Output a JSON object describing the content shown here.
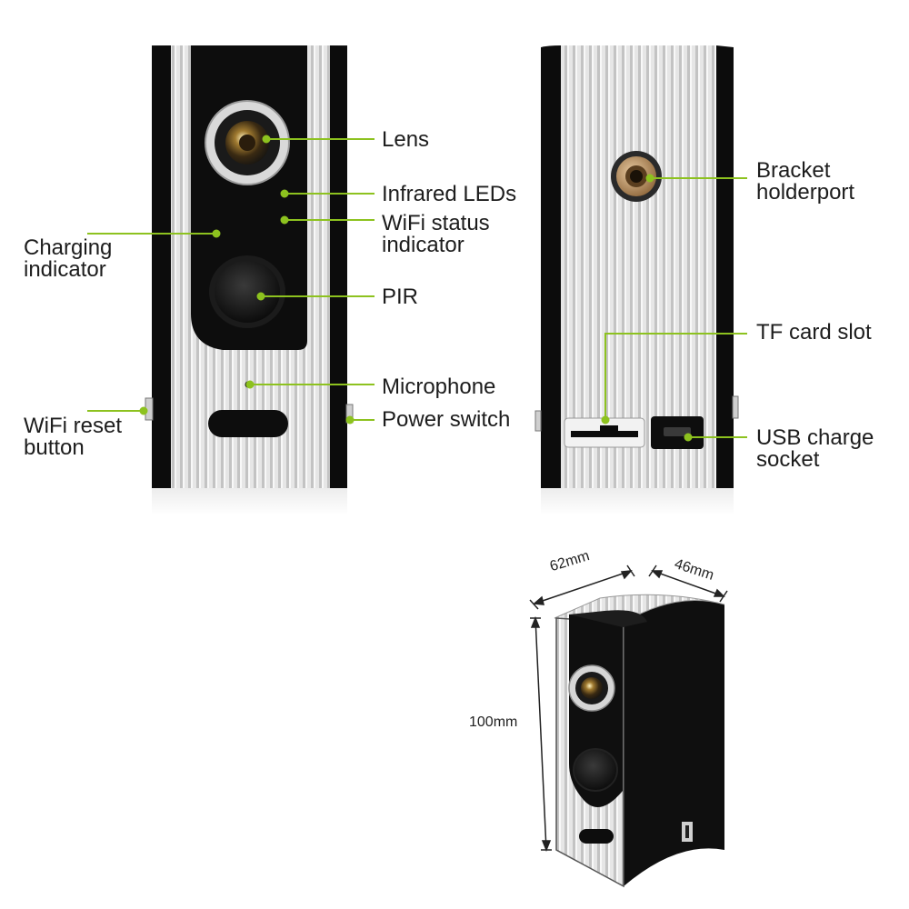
{
  "colors": {
    "callout_line": "#8dc21f",
    "body_black": "#111111",
    "shell_silver": "#dcdcdc",
    "ring_silver": "#cfcfcf",
    "bracket_brass": "#b5895a",
    "text": "#1d1d1d"
  },
  "front_labels": {
    "lens": "Lens",
    "infrared_leds": "Infrared LEDs",
    "wifi_status_1": "WiFi status",
    "wifi_status_2": "indicator",
    "charging_1": "Charging",
    "charging_2": "indicator",
    "pir": "PIR",
    "microphone": "Microphone",
    "power_switch": "Power switch",
    "wifi_reset_1": "WiFi reset",
    "wifi_reset_2": "button"
  },
  "back_labels": {
    "bracket_1": "Bracket",
    "bracket_2": "holderport",
    "tf_card": "TF card slot",
    "usb_1": "USB charge",
    "usb_2": "socket"
  },
  "dimensions": {
    "width": "62mm",
    "depth": "46mm",
    "height": "100mm"
  }
}
